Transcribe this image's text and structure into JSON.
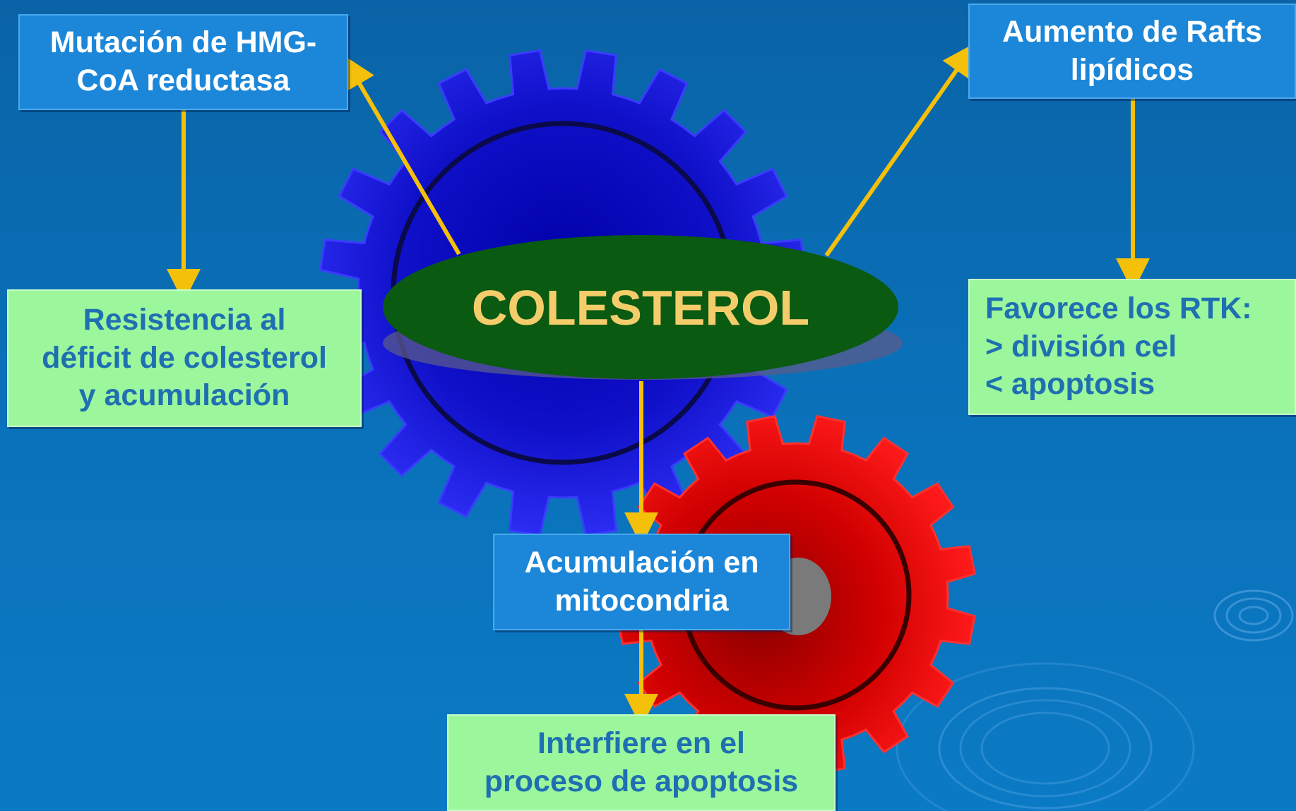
{
  "colors": {
    "background": "#0a6db5",
    "blue_gear": "#1a1af0",
    "red_gear": "#f00808",
    "ellipse": "#0a5a12",
    "ellipse_text": "#f4cd6a",
    "arrow": "#f4c00a",
    "blue_box": "#1c87d8",
    "green_box": "#9cf69c",
    "green_box_text": "#1f6fb2"
  },
  "center": {
    "label": "COLESTEROL"
  },
  "boxes": {
    "hmg": {
      "lines": [
        "Mutación de HMG-",
        "CoA reductasa"
      ]
    },
    "rafts": {
      "lines": [
        "Aumento de Rafts",
        "lipídicos"
      ]
    },
    "resistance": {
      "lines": [
        "Resistencia al",
        "déficit de colesterol",
        "y acumulación"
      ]
    },
    "rtk": {
      "lines": [
        "Favorece los RTK:",
        "> división cel",
        "< apoptosis"
      ]
    },
    "mitochondria": {
      "lines": [
        "Acumulación en",
        "mitocondria"
      ]
    },
    "apoptosis": {
      "lines": [
        "Interfiere en el",
        "proceso de apoptosis"
      ]
    }
  }
}
